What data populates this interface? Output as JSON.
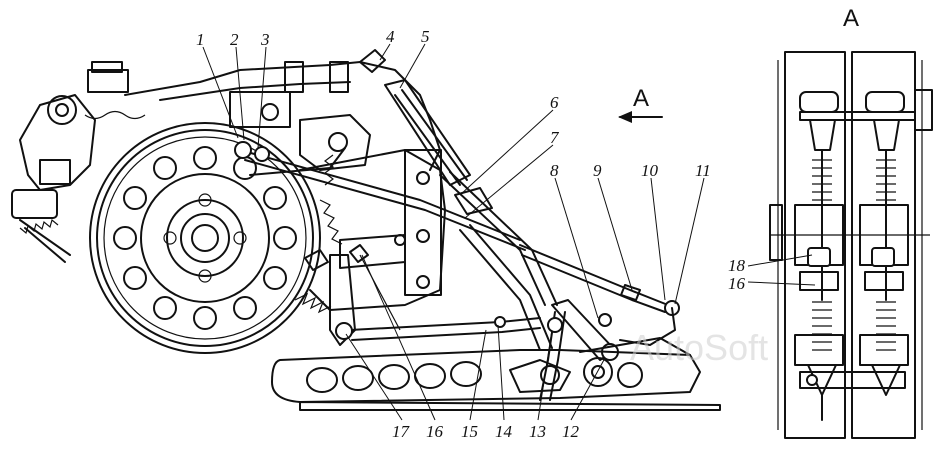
{
  "view_arrow_label": "A",
  "section_view_label": "A",
  "watermark": "AutoSoft",
  "callouts": [
    "1",
    "2",
    "3",
    "4",
    "5",
    "6",
    "7",
    "8",
    "9",
    "10",
    "11",
    "12",
    "13",
    "14",
    "15",
    "16",
    "17"
  ],
  "section_callouts": [
    "18",
    "16"
  ]
}
